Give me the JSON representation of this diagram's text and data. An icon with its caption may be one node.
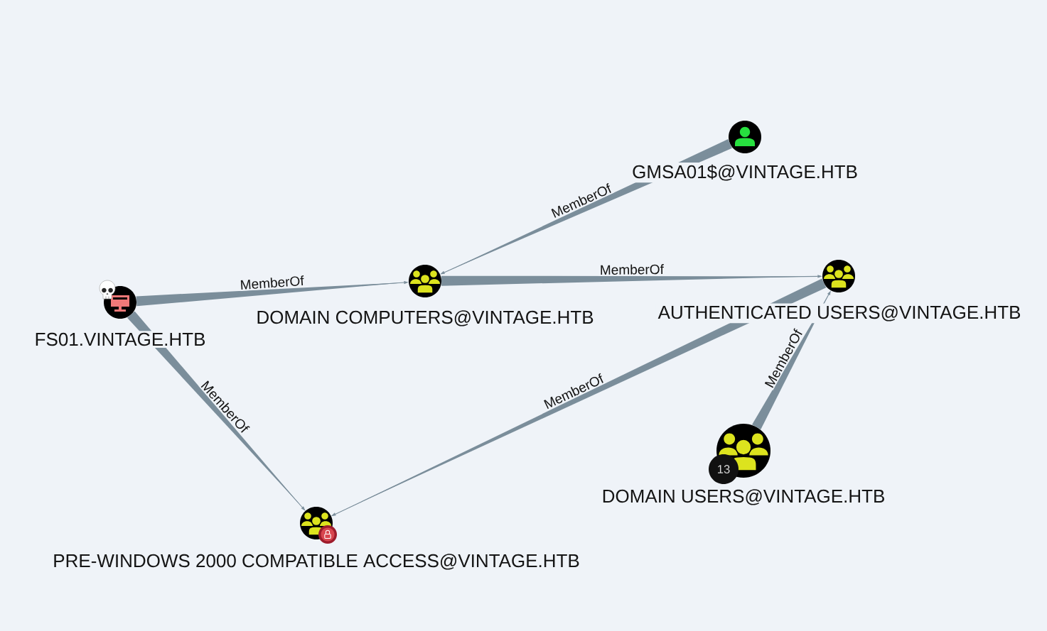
{
  "diagram": {
    "nodes": [
      {
        "text": [
          "GMSA01$@VINTAGE.HTB"
        ]
      },
      {
        "text": [
          "FS01.VINTAGE.HTB"
        ]
      },
      {
        "text": [
          "DOMAIN COMPUTERS@VINTAGE.HTB"
        ]
      },
      {
        "text": [
          "AUTHENTICATED USERS@VINTAGE.HTB"
        ]
      },
      {
        "text": [
          "13",
          "DOMAIN USERS@VINTAGE.HTB"
        ]
      },
      {
        "text": [
          "PRE-WINDOWS 2000 COMPATIBLE ACCESS@VINTAGE.HTB"
        ]
      }
    ],
    "edges": [
      {
        "from": 0,
        "to": 2,
        "arrow": "to",
        "label": "MemberOf"
      },
      {
        "from": 1,
        "to": 2,
        "arrow": "to",
        "label": "MemberOf"
      },
      {
        "from": 2,
        "to": 3,
        "arrow": "to",
        "label": "MemberOf"
      },
      {
        "from": 1,
        "to": 5,
        "arrow": "to",
        "label": "MemberOf"
      },
      {
        "from": 3,
        "to": 5,
        "arrow": "to",
        "label": "MemberOf"
      },
      {
        "from": 4,
        "to": 3,
        "arrow": "to",
        "label": "MemberOf"
      }
    ]
  }
}
